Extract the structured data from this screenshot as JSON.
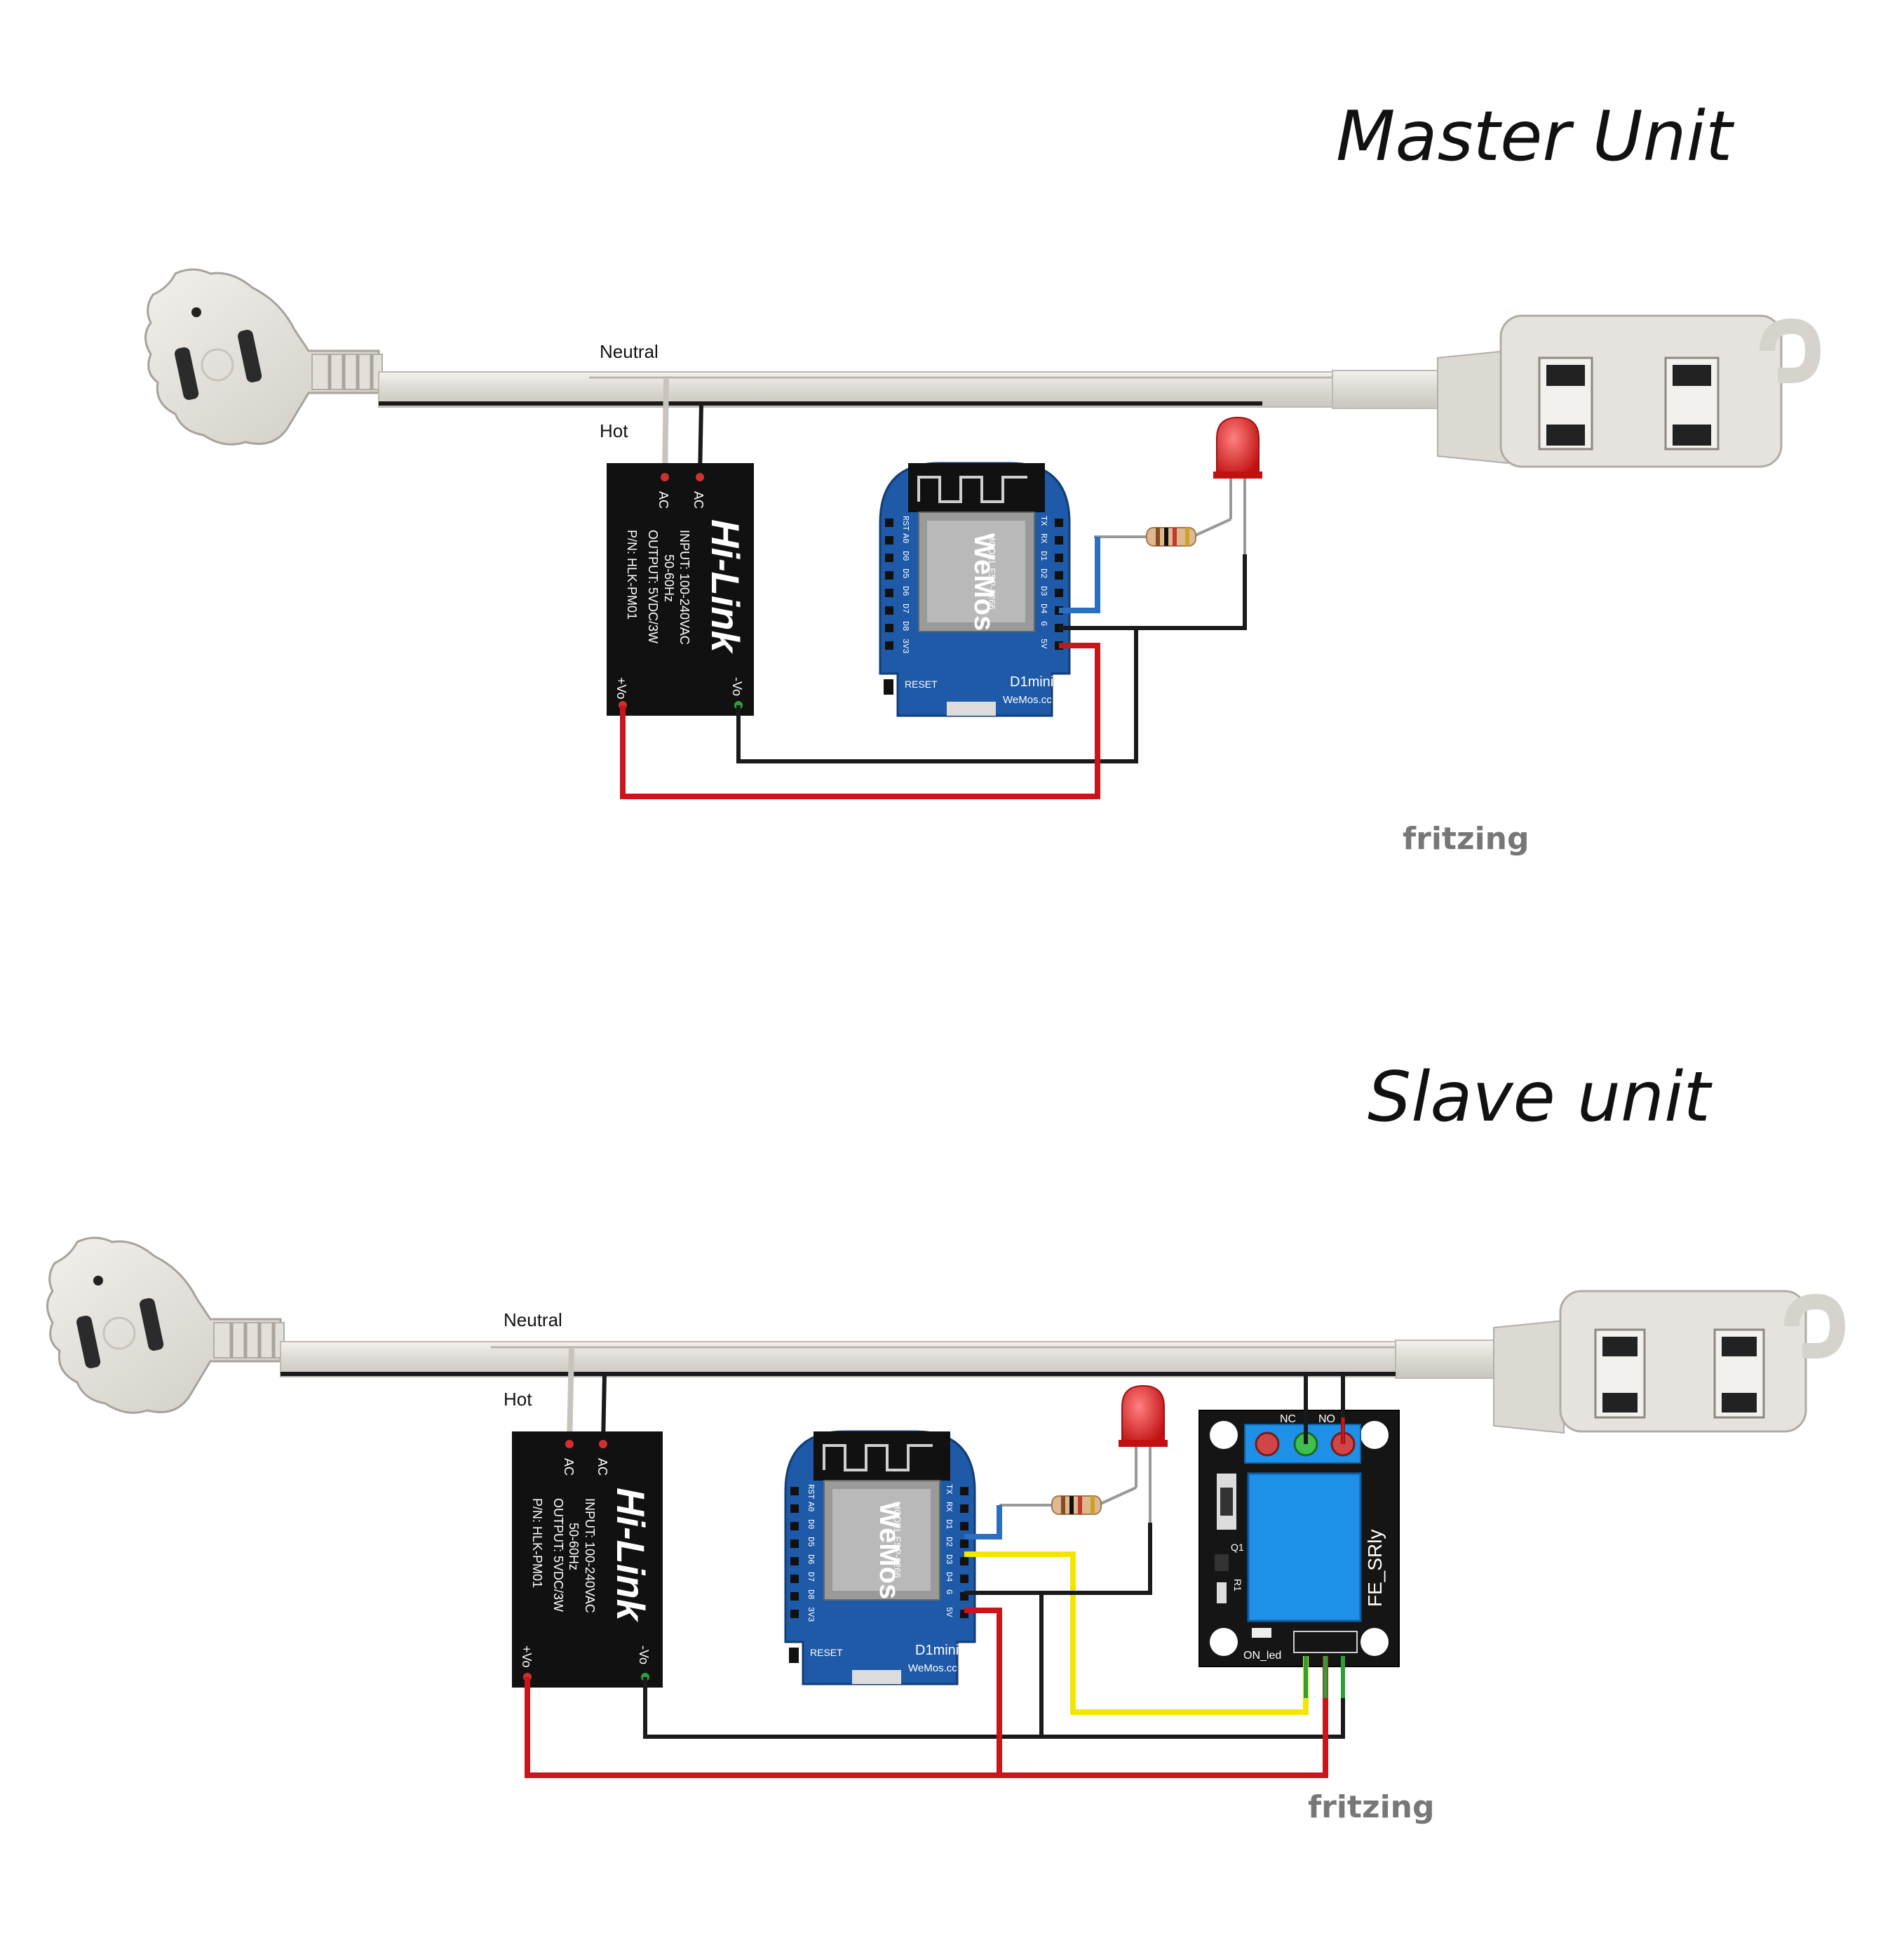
{
  "units": [
    {
      "id": "master",
      "title": "Master Unit",
      "wire_labels": {
        "neutral": "Neutral",
        "hot": "Hot"
      },
      "psu": {
        "brand": "Hi-Link",
        "input": "INPUT: 100-240VAC",
        "freq": "50-60Hz",
        "output": "OUTPUT: 5VDC/3W",
        "pn": "P/N: HLK-PM01",
        "pin_ac1": "AC",
        "pin_ac2": "AC",
        "pin_vplus": "+Vo",
        "pin_vminus": "-Vo"
      },
      "board": {
        "name": "D1mini",
        "maker": "WeMos.cc",
        "reset": "RESET",
        "module_brand": "WeMos",
        "module_model": "MODEL ESP-8266",
        "left_pins": [
          "RST",
          "A0",
          "D0",
          "D5",
          "D6",
          "D7",
          "D8",
          "3V3"
        ],
        "right_pins": [
          "TX",
          "RX",
          "D1",
          "D2",
          "D3",
          "D4",
          "G",
          "5V"
        ]
      },
      "watermark": "fritzing"
    },
    {
      "id": "slave",
      "title": "Slave unit",
      "wire_labels": {
        "neutral": "Neutral",
        "hot": "Hot"
      },
      "psu": {
        "brand": "Hi-Link",
        "input": "INPUT: 100-240VAC",
        "freq": "50-60Hz",
        "output": "OUTPUT: 5VDC/3W",
        "pn": "P/N: HLK-PM01",
        "pin_ac1": "AC",
        "pin_ac2": "AC",
        "pin_vplus": "+Vo",
        "pin_vminus": "-Vo"
      },
      "board": {
        "name": "D1mini",
        "maker": "WeMos.cc",
        "reset": "RESET",
        "module_brand": "WeMos",
        "module_model": "MODEL ESP-8266",
        "left_pins": [
          "RST",
          "A0",
          "D0",
          "D5",
          "D6",
          "D7",
          "D8",
          "3V3"
        ],
        "right_pins": [
          "TX",
          "RX",
          "D1",
          "D2",
          "D3",
          "D4",
          "G",
          "5V"
        ]
      },
      "relay": {
        "name": "FE_SRly",
        "on_led": "ON_led",
        "q1": "Q1",
        "r1": "R1",
        "nc": "NC",
        "no": "NO"
      },
      "watermark": "fritzing"
    }
  ],
  "colors": {
    "wire_red": "#c8161c",
    "wire_black": "#1a1a1a",
    "wire_blue": "#2a6fc0",
    "wire_yellow": "#f2e600",
    "wire_green": "#2e9e3a",
    "board_blue": "#1e5aa8",
    "relay_blue": "#1e90e8",
    "led_red": "#e02020",
    "cable_white": "#e8e6e2"
  }
}
